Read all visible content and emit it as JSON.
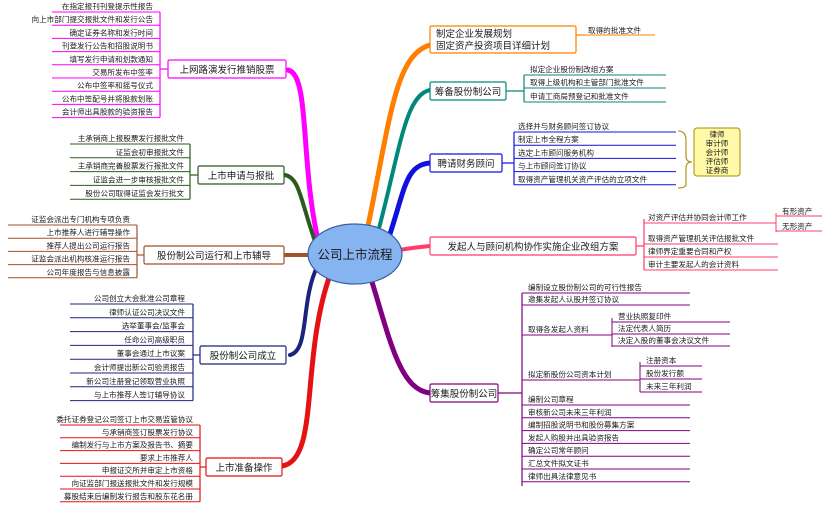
{
  "center": "公司上市流程",
  "colors": {
    "magenta": "#ff00ff",
    "darkgreen": "#2a5b1e",
    "brown": "#a0522d",
    "navy": "#1a237e",
    "red": "#e41212",
    "orange": "#ff7f00",
    "teal": "#00897b",
    "blue": "#1010e0",
    "pink": "#ff3b6a",
    "purple": "#800080",
    "center_fill": "#86b4f0",
    "text": "#1a1a1a",
    "highlight": "#fff9a8",
    "highlight_border": "#a98b00"
  },
  "branches": {
    "gupiao": {
      "label": "上网路演发行推销股票",
      "items": [
        "在指定报刊刊登提示性报告",
        "向上市部门提交报批文件和发行公告",
        "确定证券名称和发行时间",
        "刊登发行公告和招股说明书",
        "填写发行申请和划款通知",
        "交易所发布中签率",
        "公布中签率和摇号仪式",
        "公布中签配号并将股款划账",
        "会计师出具股款的验资报告"
      ]
    },
    "shenbao": {
      "label": "上市申请与报批",
      "items": [
        "主承销商上报股票发行报批文件",
        "证监会初审报批文件",
        "主承销商完善股票发行报批文件",
        "证监会进一步审核报批文件",
        "股份公司取得证监会发行批文"
      ]
    },
    "fudao": {
      "label": "股份制公司运行和上市辅导",
      "items": [
        "证监会派出专门机构专项负责",
        "上市推荐人进行辅导操作",
        "推荐人提出公司运行报告",
        "证监会派出机构核准运行报告",
        "公司年度报告与信息披露"
      ]
    },
    "chengli": {
      "label": "股份制公司成立",
      "items": [
        "公司创立大会批准公司章程",
        "律师认证公司决议文件",
        "选举董事会/监事会",
        "任命公司高级职员",
        "董事会通过上市议案",
        "会计师提出新公司验资报告",
        "新公司注册登记领取营业执照",
        "与上市推荐人签订辅导协议"
      ]
    },
    "zhunbei": {
      "label": "上市准备操作",
      "items": [
        "委托证券登记公司签订上市交易监管协议",
        "与承销商签订股票发行协议",
        "编制发行与上市方案及报告书、摘要",
        "要求上市推荐人",
        "申报证交所并审定上市资格",
        "向证监部门报送报批文件和发行规模",
        "募股结束后编制发行报告和股东花名册"
      ]
    },
    "guihua": {
      "label_lines": [
        "制定企业发展规划",
        "固定资产投资项目详细计划"
      ],
      "note": "取得的批准文件"
    },
    "choubei": {
      "label": "筹备股份制公司",
      "items": [
        "拟定企业股份制改组方案",
        "取得上级机构和主管部门批准文件",
        "申请工商局预登记和批准文件"
      ]
    },
    "guwen": {
      "label": "聘请财务顾问",
      "items": [
        "选择并与财务顾问签订协议",
        "制定上市全程方案",
        "选定上市顾问服务机构",
        "与上市顾问签订协议",
        "取得资产管理机关资产评估的立项文件"
      ],
      "roles": [
        "律师",
        "审计师",
        "会计师",
        "评估师",
        "证券商"
      ]
    },
    "gaizhi": {
      "label": "发起人与顾问机构协作实施企业改组方案",
      "item1": "对资产评估并协同会计师工作",
      "sub1": [
        "有形资产",
        "无形资产"
      ],
      "items": [
        "取得资产管理机关评估报批文件",
        "律师界定重要合同和产权",
        "审计主要发起人的会计资料"
      ]
    },
    "choujian": {
      "label": "筹集股份制公司",
      "top_items": [
        "编制设立股份制公司的可行性报告",
        "邀集发起人认股并签订协议"
      ],
      "qude": {
        "label": "取得各发起人资料",
        "items": [
          "营业执照复印件",
          "法定代表人简历",
          "决定入股的董事会决议文件"
        ]
      },
      "nijiding": {
        "label": "拟定新股份公司资本计划",
        "items": [
          "注册资本",
          "股份发行额",
          "未来三年利润"
        ]
      },
      "bottom_items": [
        "编制公司章程",
        "审核新公司未来三年利润",
        "编制招股说明书和股份募集方案",
        "发起人购股并出具验资报告",
        "确定公司常年顾问",
        "汇总文件拟文证书",
        "律师出具法律意见书"
      ]
    }
  }
}
